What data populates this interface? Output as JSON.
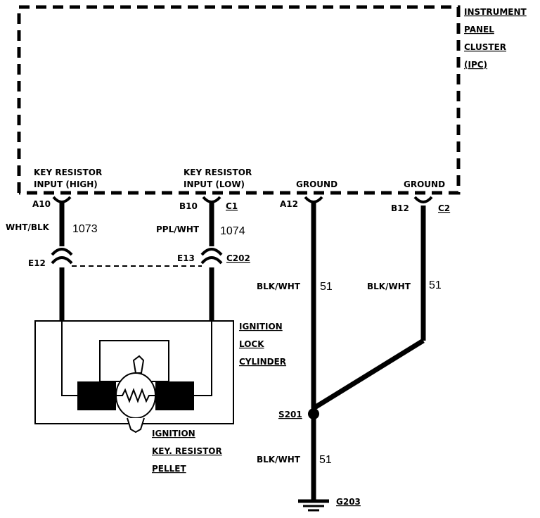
{
  "ipc": {
    "name_line1": "INSTRUMENT",
    "name_line2": "PANEL",
    "name_line3": "CLUSTER",
    "name_line4": "(IPC)"
  },
  "pins": {
    "key_high": {
      "label_line1": "KEY RESISTOR",
      "label_line2": "INPUT (HIGH)",
      "pin": "A10"
    },
    "key_low": {
      "label_line1": "KEY RESISTOR",
      "label_line2": "INPUT (LOW)",
      "pin": "B10",
      "connector": "C1"
    },
    "ground1": {
      "label": "GROUND",
      "pin": "A12"
    },
    "ground2": {
      "label": "GROUND",
      "pin": "B12",
      "connector": "C2"
    }
  },
  "wires": {
    "w1073": {
      "color": "WHT/BLK",
      "circuit": "1073"
    },
    "w1074": {
      "color": "PPL/WHT",
      "circuit": "1074"
    },
    "w51a": {
      "color": "BLK/WHT",
      "circuit": "51"
    },
    "w51b": {
      "color": "BLK/WHT",
      "circuit": "51"
    },
    "w51c": {
      "color": "BLK/WHT",
      "circuit": "51"
    }
  },
  "inline_connector": {
    "pin_high": "E12",
    "pin_low": "E13",
    "name": "C202"
  },
  "ignition_lock": {
    "line1": "IGNITION",
    "line2": "LOCK",
    "line3": "CYLINDER"
  },
  "pellet": {
    "line1": "IGNITION",
    "line2": "KEY. RESISTOR",
    "line3": "PELLET"
  },
  "splice": "S201",
  "ground_point": "G203"
}
